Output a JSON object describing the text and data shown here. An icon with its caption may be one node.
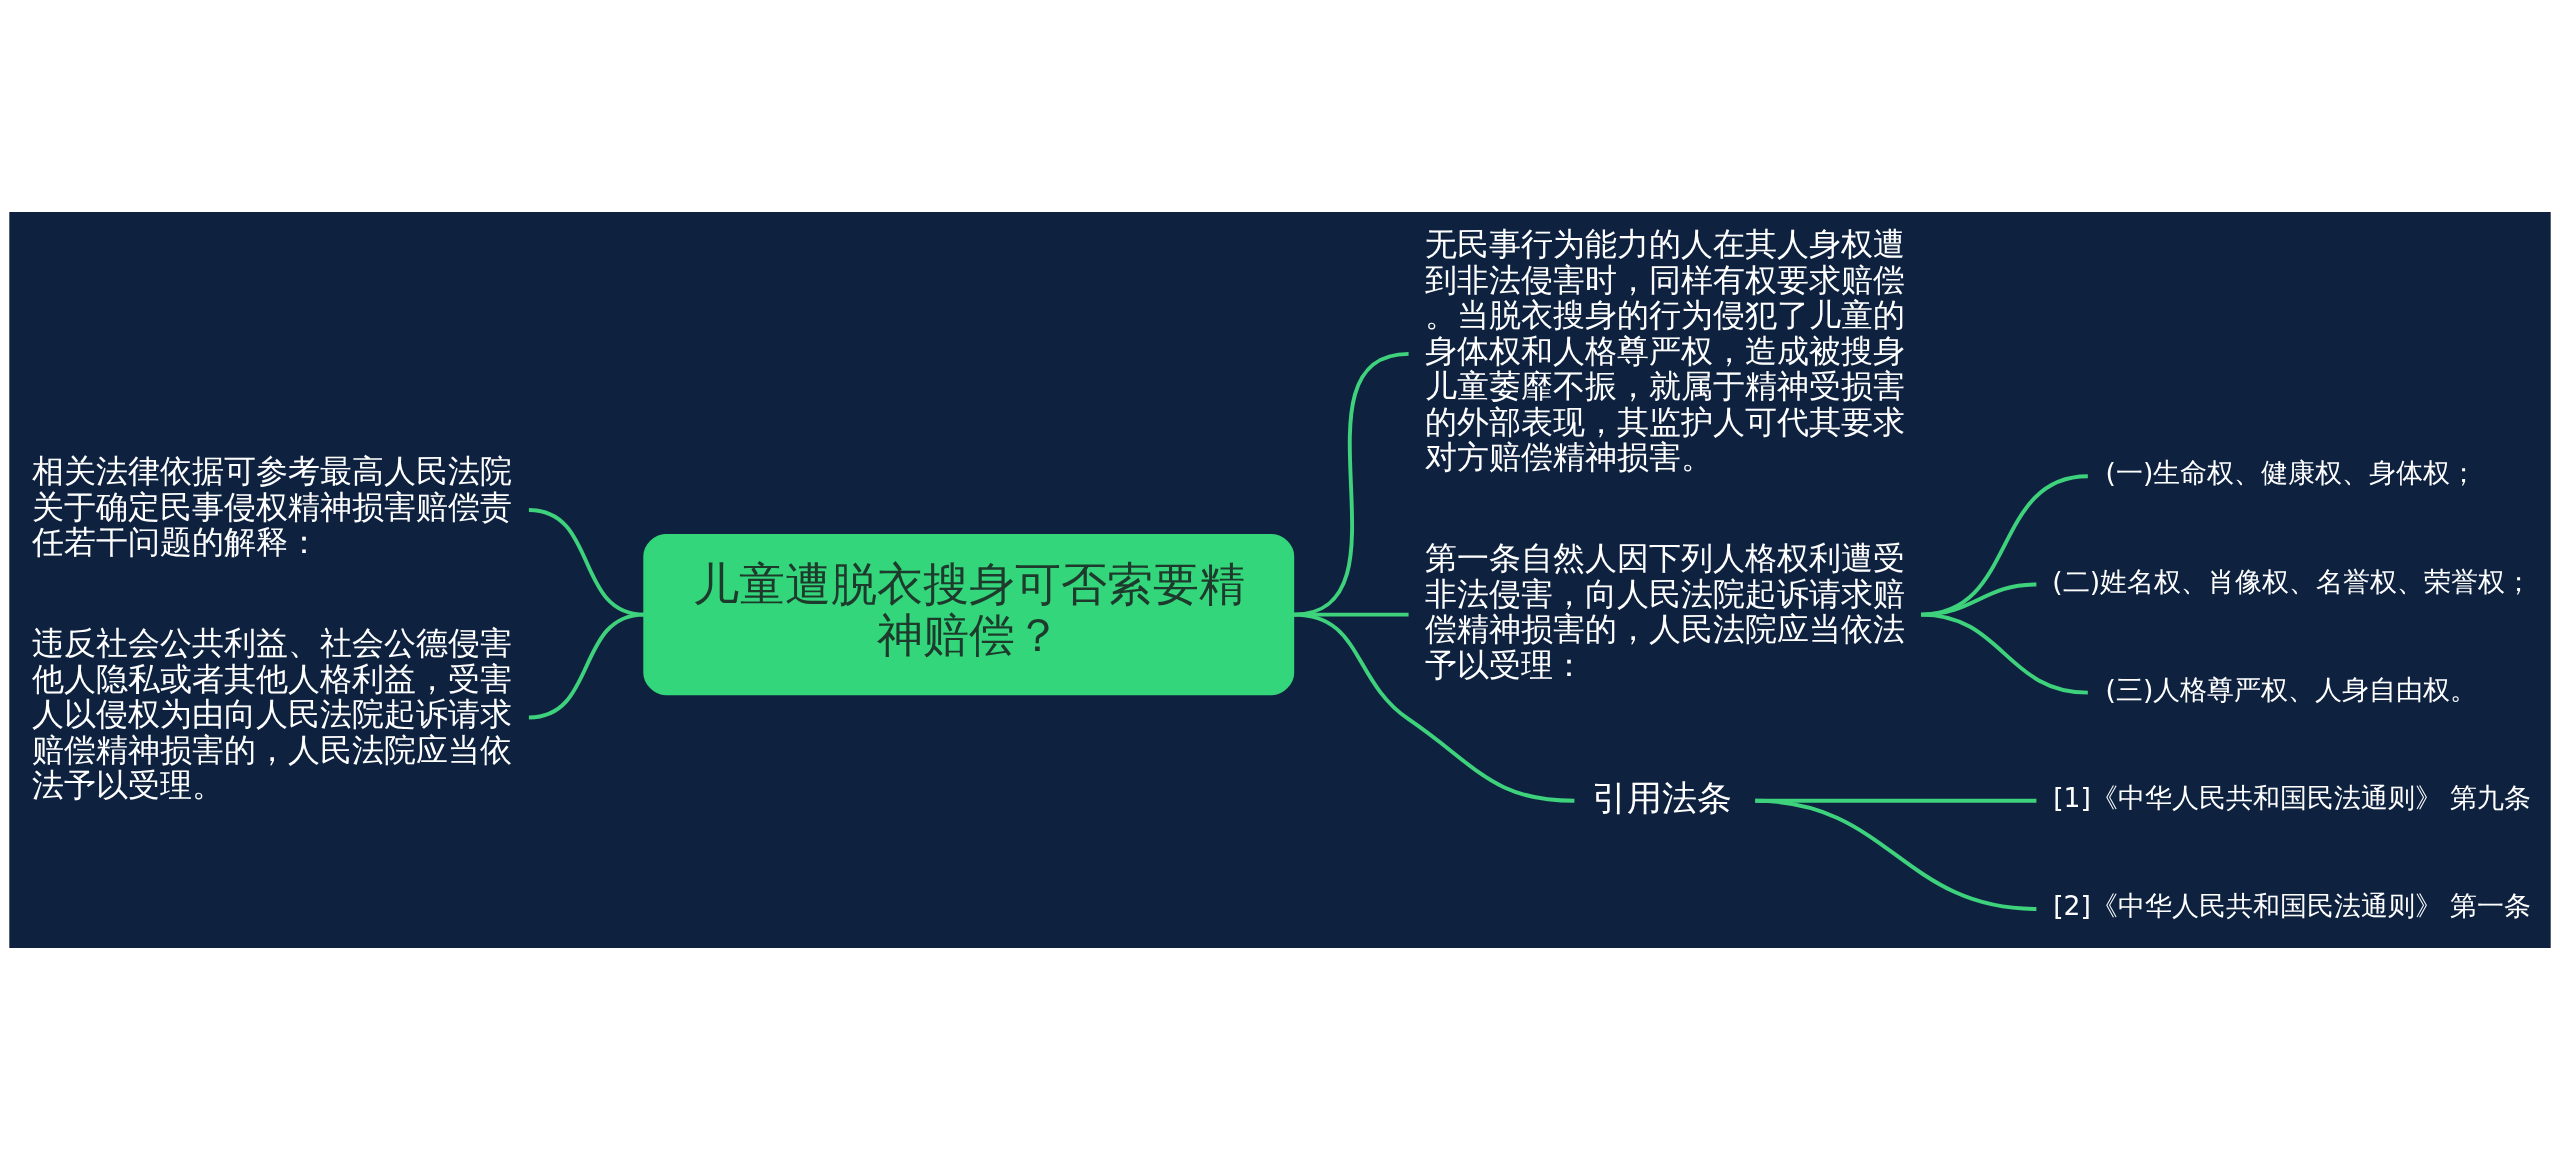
{
  "diagram": {
    "nodes": [
      {
        "text": [
          "儿童遭脱衣搜身可否索要精神赔偿？"
        ]
      },
      {
        "text": [
          "相关法律依据可参考最高人民法院关于确定民事侵权精神损害赔偿责任若干问题的解释："
        ]
      },
      {
        "text": [
          "违反社会公共利益、社会公德侵害他人隐私或者其他人格利益，受害人以侵权为由向人民法院起诉请求赔偿精神损害的，人民法院应当依法予以受理。"
        ]
      },
      {
        "text": [
          "无民事行为能力的人在其人身权遭到非法侵害时，同样有权要求赔偿。当脱衣搜身的行为侵犯了儿童的身体权和人格尊严权，造成被搜身儿童萎靡不振，就属于精神受损害的外部表现，其监护人可代其要求对方赔偿精神损害。"
        ]
      },
      {
        "text": [
          "第一条自然人因下列人格权利遭受非法侵害，向人民法院起诉请求赔偿精神损害的，人民法院应当依法予以受理："
        ]
      },
      {
        "text": [
          "(一)生命权、健康权、身体权；"
        ]
      },
      {
        "text": [
          "(二)姓名权、肖像权、名誉权、荣誉权；"
        ]
      },
      {
        "text": [
          "(三)人格尊严权、人身自由权。"
        ]
      },
      {
        "text": [
          "引用法条"
        ]
      },
      {
        "text": [
          "[1]《中华人民共和国民法通则》 第九条"
        ]
      },
      {
        "text": [
          "[2]《中华人民共和国民法通则》 第一条"
        ]
      }
    ],
    "edges": [
      {
        "from": 0,
        "to": 1,
        "arrow": "none"
      },
      {
        "from": 0,
        "to": 2,
        "arrow": "none"
      },
      {
        "from": 0,
        "to": 3,
        "arrow": "none"
      },
      {
        "from": 0,
        "to": 4,
        "arrow": "none"
      },
      {
        "from": 0,
        "to": 8,
        "arrow": "none"
      },
      {
        "from": 4,
        "to": 5,
        "arrow": "none"
      },
      {
        "from": 4,
        "to": 6,
        "arrow": "none"
      },
      {
        "from": 4,
        "to": 7,
        "arrow": "none"
      },
      {
        "from": 8,
        "to": 9,
        "arrow": "none"
      },
      {
        "from": 8,
        "to": 10,
        "arrow": "none"
      }
    ]
  }
}
